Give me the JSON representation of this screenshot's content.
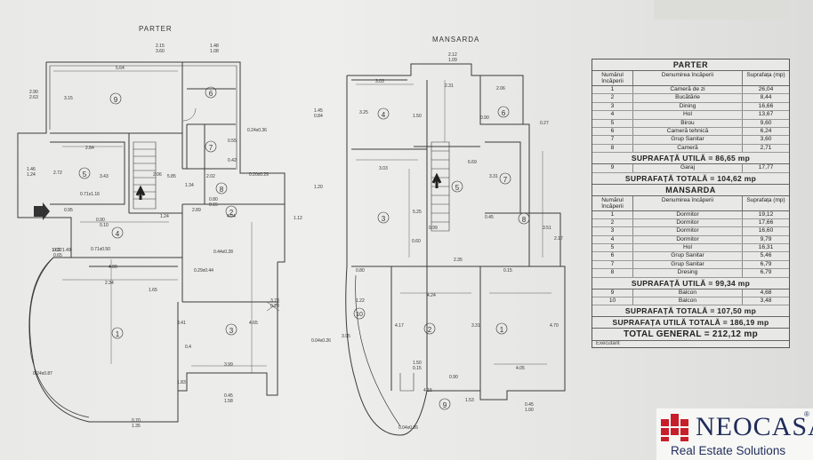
{
  "plans": {
    "ground": {
      "title": "PARTER",
      "rooms": [
        "1",
        "2",
        "3",
        "4",
        "5",
        "6",
        "7",
        "8",
        "9"
      ],
      "dims": [
        "2.15",
        "3.60",
        "1.48",
        "1.08",
        "5.64",
        "3.15",
        "2.84",
        "3.43",
        "2.72",
        "0.71x1.16",
        "1.62",
        "0.90",
        "4.00",
        "1.49",
        "0.32",
        "0.65",
        "2.34",
        "1.65",
        "3.41",
        "4.65",
        "0.4",
        "3.99",
        "1.83",
        "0.45",
        "1.58",
        "0.70",
        "1.35",
        "0.24x0.87",
        "2.06",
        "5.85",
        "1.34",
        "1.24",
        "4.04",
        "2.89",
        "1.12",
        "0.44x0.28",
        "0.29x0.44",
        "2.02",
        "0.42",
        "0.55",
        "0.24x0.36",
        "0.20x0.29",
        "0.80",
        "0.15",
        "1.46",
        "1.24",
        "0.95",
        "0.10",
        "0.71x0.50",
        "3.78",
        "0.28"
      ],
      "dims_left": [
        "2.90",
        "2.63"
      ]
    },
    "upper": {
      "title": "MANSARDA",
      "rooms": [
        "1",
        "2",
        "3",
        "4",
        "5",
        "6",
        "7",
        "8",
        "9",
        "10"
      ],
      "dims": [
        "2.12",
        "1.09",
        "3.03",
        "2.31",
        "2.06",
        "1.45",
        "0.84",
        "3.25",
        "1.50",
        "0.90",
        "3.03",
        "1.20",
        "3.31",
        "6.69",
        "5.25",
        "4.24",
        "3.51",
        "3.31",
        "4.05",
        "4.17",
        "1.50",
        "0.15",
        "4.15",
        "1.53",
        "0.90",
        "0.80",
        "2.35",
        "2.17",
        "1.22",
        "3.95",
        "4.70",
        "0.04x0.26",
        "0.45",
        "1.00",
        "0.45",
        "0.99",
        "0.60",
        "0.15",
        "0.27"
      ]
    }
  },
  "table": {
    "parter": {
      "title": "PARTER",
      "headers": [
        "Numărul încăperii",
        "Denumirea încăperii",
        "Suprafața (mp)"
      ],
      "rows": [
        [
          "1",
          "Cameră de zi",
          "26,04"
        ],
        [
          "2",
          "Bucătărie",
          "8,44"
        ],
        [
          "3",
          "Dining",
          "16,66"
        ],
        [
          "4",
          "Hol",
          "13,67"
        ],
        [
          "5",
          "Birou",
          "9,60"
        ],
        [
          "6",
          "Cameră tehnică",
          "6,24"
        ],
        [
          "7",
          "Grup Sanitar",
          "3,60"
        ],
        [
          "8",
          "Cameră",
          "2,71"
        ]
      ],
      "util": "SUPRAFAȚĂ UTILĂ = 86,65 mp",
      "extra_rows": [
        [
          "9",
          "Garaj",
          "17,77"
        ]
      ],
      "total": "SUPRAFAȚĂ TOTALĂ = 104,62 mp"
    },
    "mansarda": {
      "title": "MANSARDA",
      "headers": [
        "Numărul încăperii",
        "Denumirea încăperii",
        "Suprafața (mp)"
      ],
      "rows": [
        [
          "1",
          "Dormitor",
          "19,12"
        ],
        [
          "2",
          "Dormitor",
          "17,66"
        ],
        [
          "3",
          "Dormitor",
          "16,60"
        ],
        [
          "4",
          "Dormitor",
          "9,79"
        ],
        [
          "5",
          "Hol",
          "16,31"
        ],
        [
          "6",
          "Grup Sanitar",
          "5,46"
        ],
        [
          "7",
          "Grup Sanitar",
          "6,79"
        ],
        [
          "8",
          "Dresing",
          "6,79"
        ]
      ],
      "util": "SUPRAFAȚĂ UTILĂ = 99,34 mp",
      "extra_rows": [
        [
          "9",
          "Balcon",
          "4,68"
        ],
        [
          "10",
          "Balcon",
          "3,48"
        ]
      ],
      "total": "SUPRAFAȚĂ TOTALĂ = 107,50 mp"
    },
    "util_total": "SUPRAFAȚA UTILĂ TOTALĂ = 186,19 mp",
    "general": "TOTAL GENERAL = 212,12 mp",
    "trailing": "Executant"
  },
  "brand": {
    "name": "NEOCASA",
    "registered": "®",
    "tagline": "Real Estate Solutions",
    "color": "#1f2c5a",
    "mark_color": "#c81e2a"
  },
  "colors": {
    "paper": "#ebebe9",
    "ink": "#2a2a2a"
  }
}
